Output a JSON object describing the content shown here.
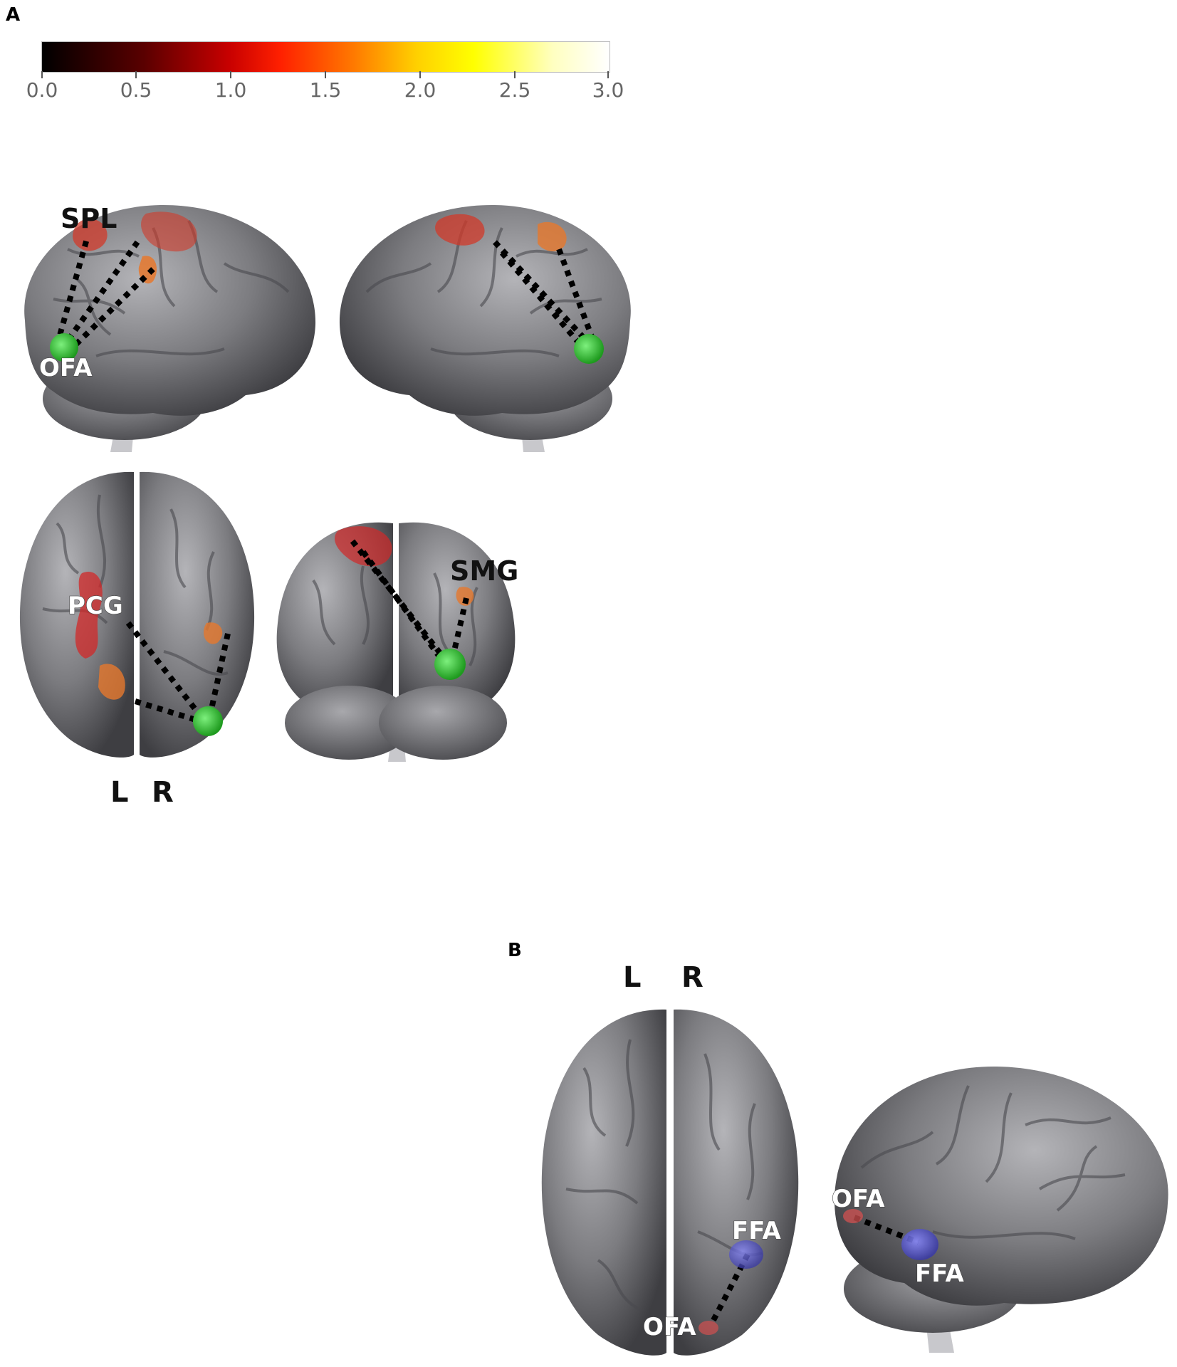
{
  "panels": {
    "a": {
      "letter": "A"
    },
    "b": {
      "letter": "B"
    }
  },
  "colorbar": {
    "ticks": [
      "0.0",
      "0.5",
      "1.0",
      "1.5",
      "2.0",
      "2.5",
      "3.0"
    ],
    "range": [
      0.0,
      3.0
    ],
    "colors": [
      "#000000",
      "#c80000",
      "#ff7a00",
      "#ffff00",
      "#ffffff"
    ]
  },
  "panel_a": {
    "left_lateral": {
      "roi_top": "SPL",
      "roi_seed": "OFA"
    },
    "superior": {
      "roi": "PCG",
      "left": "L",
      "right": "R"
    },
    "posterior": {
      "roi": "SMG"
    }
  },
  "panel_b": {
    "superior": {
      "left": "L",
      "right": "R",
      "roi_ffa": "FFA",
      "roi_ofa": "OFA"
    },
    "right_lateral": {
      "roi_ofa": "OFA",
      "roi_ffa": "FFA"
    }
  },
  "colors": {
    "seed_green": "#3cc83c",
    "ffa_blue": "#5a5ad2",
    "cluster_red": "#d22828",
    "cluster_orange": "#e6782d",
    "cortex": "#7a7a7a"
  }
}
